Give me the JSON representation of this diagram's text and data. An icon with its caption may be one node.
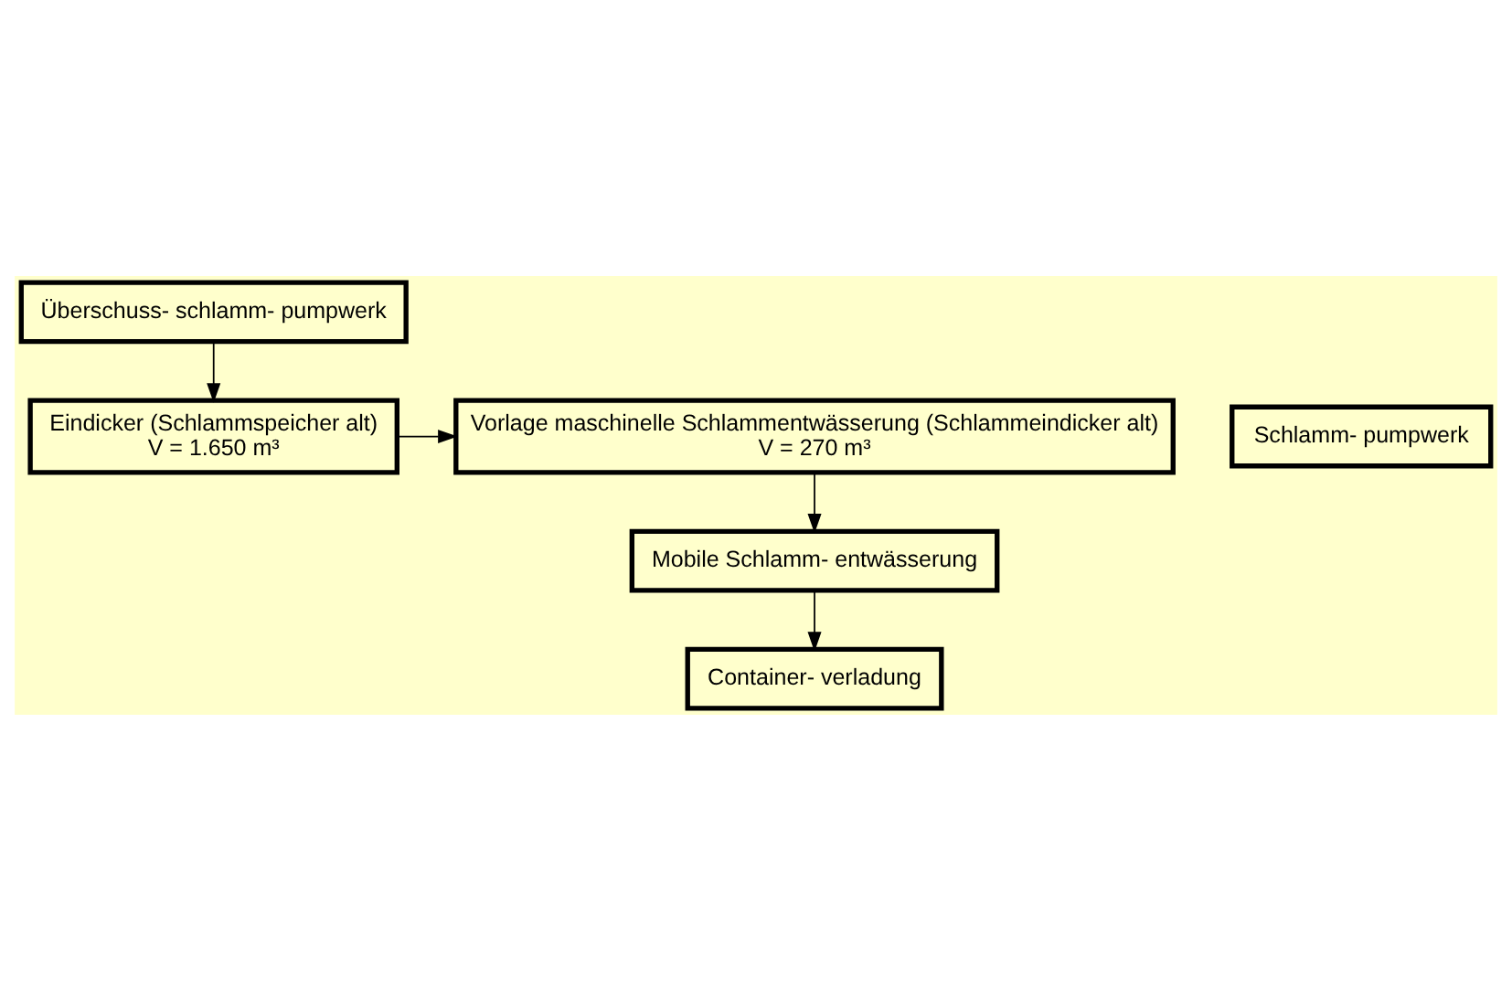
{
  "diagram": {
    "nodes": [
      {
        "text": [
          "Überschuss- schlamm- pumpwerk"
        ]
      },
      {
        "text": [
          "Schlamm- pumpwerk"
        ]
      },
      {
        "text": [
          "Vorlage maschinelle Schlammentwässerung (Schlammeindicker alt)",
          "V = 270 m³"
        ]
      },
      {
        "text": [
          "Eindicker (Schlammspeicher alt)",
          "V = 1.650 m³"
        ]
      },
      {
        "text": [
          "Mobile Schlamm- entwässerung"
        ]
      },
      {
        "text": [
          "Container- verladung"
        ]
      }
    ],
    "edges": [
      {
        "from": 0,
        "to": 3,
        "arrow": "to"
      },
      {
        "from": 3,
        "to": 2,
        "arrow": "to"
      },
      {
        "from": 2,
        "to": 4,
        "arrow": "to"
      },
      {
        "from": 4,
        "to": 5,
        "arrow": "to"
      }
    ]
  }
}
